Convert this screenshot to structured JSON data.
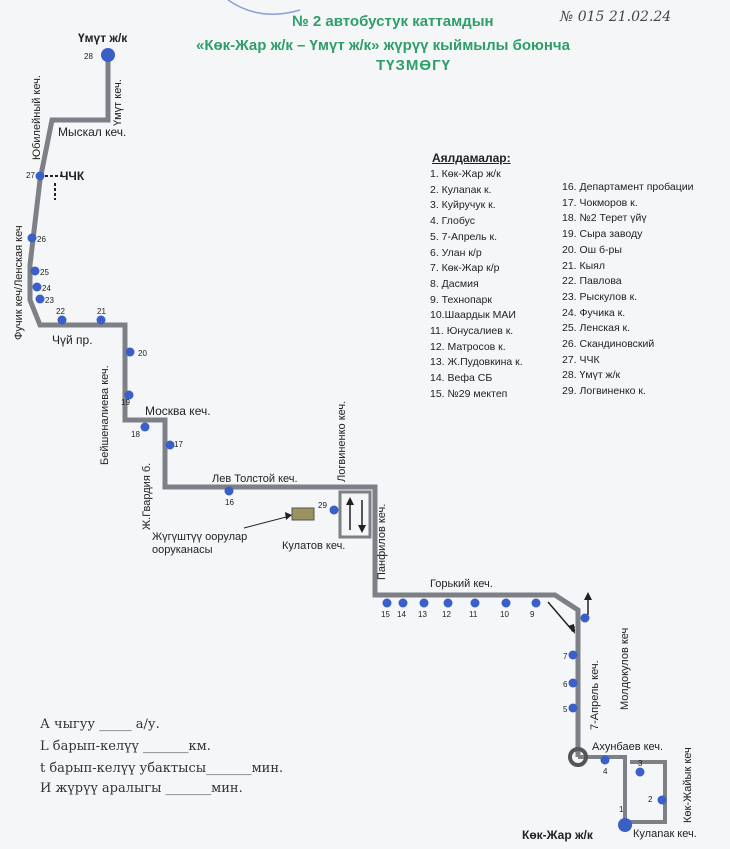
{
  "header": {
    "title_line1": "№ 2 автобустук каттамдын",
    "title_line2": "«Көк-Жар ж/к – Үмүт ж/к» жүрүү кыймылы боюнча",
    "title_line3": "ТҮЗМӨГҮ",
    "handwritten_note": "№ 015  21.02.24"
  },
  "legend": {
    "heading": "Аялдамалар:",
    "stops": [
      "1. Көк-Жар ж/к",
      "2. Кулanaк к.",
      "3. Куйручук к.",
      "4. Глобус",
      "5. 7-Апрель к.",
      "6. Улан к/р",
      "7. Көк-Жар к/р",
      "8. Дасмия",
      "9. Технопарк",
      "10.Шаардык МАИ",
      "11. Юнусалиев к.",
      "12. Матросов к.",
      "13. Ж.Пудовкина к.",
      "14. Вефа СБ",
      "15. №29 мектеп",
      "16. Департамент пробации",
      "17. Чокморов к.",
      "18. №2 Терет үйү",
      "19. Сыра заводу",
      "20. Ош б-ры",
      "21. Кыял",
      "22. Павлова",
      "23. Рыскулов к.",
      "24. Фучика к.",
      "25. Ленская к.",
      "26. Скандиновский",
      "27. ЧЧК",
      "28. Үмүт ж/к",
      "29. Логвиненко к."
    ]
  },
  "streets": {
    "umut_top": "Үмүт ж/к",
    "umut_street": "Үмүт кеч.",
    "myskal": "Мыскал кеч.",
    "yubileyny": "Юбилейный кеч.",
    "chchk": "ЧЧК",
    "fuchik_lensk": "Фучик кеч/Ленская кеч",
    "chui": "Чүй пр.",
    "beishenalieva": "Бейшеналиева кеч.",
    "moskva": "Москва кеч.",
    "zh_gvardiya": "Ж.Гвардия б.",
    "lev_tolstoy": "Лев Толстой кеч.",
    "logvinenko": "Логвиненко кеч.",
    "panfilov": "Панфилов кеч.",
    "kulatov": "Кулатов кеч.",
    "depot": "Жүгүштүү оорулар ооруканасы",
    "gorky": "Горький кеч.",
    "april7": "7-Апрель кеч.",
    "moldokulov": "Молдокулов кеч",
    "akhunbaev": "Ахунбаев кеч.",
    "kok_zhayk": "Көк-Жайык кеч",
    "kok_zhar": "Көк-Жар ж/к",
    "kulanak": "Кулanaк кеч."
  },
  "stop_numbers": [
    "1",
    "2",
    "3",
    "4",
    "5",
    "6",
    "7",
    "8",
    "9",
    "10",
    "11",
    "12",
    "13",
    "14",
    "15",
    "16",
    "17",
    "18",
    "19",
    "20",
    "21",
    "22",
    "23",
    "24",
    "25",
    "26",
    "27",
    "28",
    "29"
  ],
  "bottom": {
    "line1": "А чыгуу _____ а/у.",
    "line2": "L барып-келүү _______км.",
    "line3": "t барып-келүү убактысы_______мин.",
    "line4": "И жүрүү аралыгы _______мин."
  },
  "colors": {
    "route": "#8a8d92",
    "stop": "#3a5fc8",
    "title": "#2e9e6a"
  }
}
